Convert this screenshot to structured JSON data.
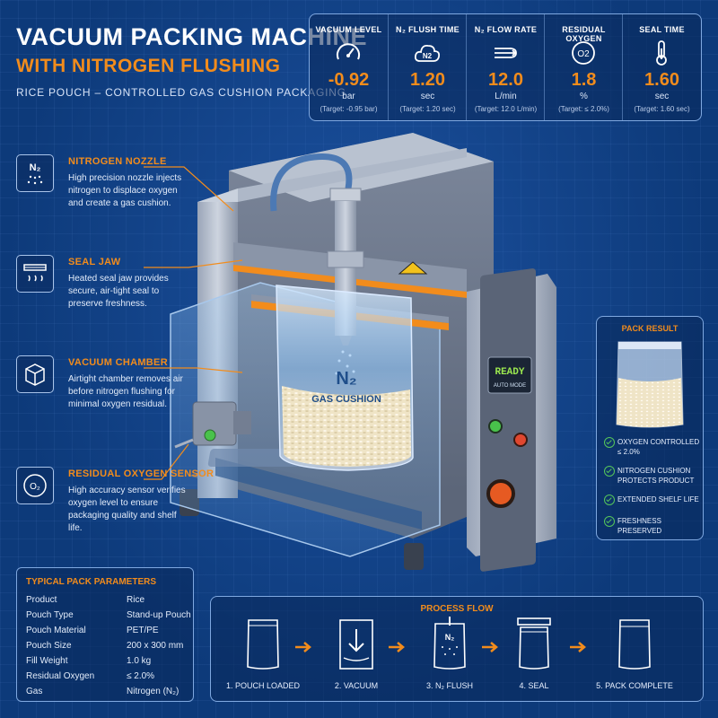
{
  "header": {
    "title_line1": "VACUUM PACKING MACHINE",
    "title_line2": "WITH NITROGEN FLUSHING",
    "subtitle": "RICE POUCH – CONTROLLED GAS CUSHION PACKAGING"
  },
  "metrics": [
    {
      "label": "VACUUM LEVEL",
      "icon": "gauge-icon",
      "value": "-0.92",
      "unit": "bar",
      "target": "(Target: -0.95 bar)"
    },
    {
      "label": "N₂ FLUSH TIME",
      "icon": "n2-cloud-icon",
      "value": "1.20",
      "unit": "sec",
      "target": "(Target: 1.20 sec)"
    },
    {
      "label": "N₂ FLOW RATE",
      "icon": "flow-icon",
      "value": "12.0",
      "unit": "L/min",
      "target": "(Target: 12.0 L/min)"
    },
    {
      "label": "RESIDUAL OXYGEN",
      "icon": "o2-icon",
      "value": "1.8",
      "unit": "%",
      "target": "(Target: ≤ 2.0%)"
    },
    {
      "label": "SEAL TIME",
      "icon": "thermometer-icon",
      "value": "1.60",
      "unit": "sec",
      "target": "(Target: 1.60 sec)"
    }
  ],
  "callouts": [
    {
      "title": "NITROGEN NOZZLE",
      "desc": "High precision nozzle injects nitrogen to displace oxygen and create a gas cushion.",
      "icon": "n2-nozzle-icon",
      "icon_text": "N₂"
    },
    {
      "title": "SEAL JAW",
      "desc": "Heated seal jaw provides secure, air-tight seal to preserve freshness.",
      "icon": "seal-heat-icon"
    },
    {
      "title": "VACUUM CHAMBER",
      "desc": "Airtight chamber removes air before nitrogen flushing for minimal oxygen residual.",
      "icon": "cube-icon"
    },
    {
      "title": "RESIDUAL OXYGEN SENSOR",
      "desc": "High accuracy sensor verifies oxygen level to ensure packaging quality and shelf life.",
      "icon": "o2-sensor-icon",
      "icon_text": "O₂"
    }
  ],
  "machine": {
    "bag_gas": "N₂",
    "bag_label": "GAS CUSHION",
    "display_status": "READY",
    "display_mode": "AUTO MODE"
  },
  "pack_result": {
    "title": "PACK RESULT",
    "checks": [
      "OXYGEN CONTROLLED ≤ 2.0%",
      "NITROGEN CUSHION PROTECTS PRODUCT",
      "EXTENDED SHELF LIFE",
      "FRESHNESS PRESERVED"
    ]
  },
  "parameters": {
    "title": "TYPICAL PACK PARAMETERS",
    "rows": [
      {
        "k": "Product",
        "v": "Rice"
      },
      {
        "k": "Pouch Type",
        "v": "Stand-up Pouch"
      },
      {
        "k": "Pouch Material",
        "v": "PET/PE"
      },
      {
        "k": "Pouch Size",
        "v": "200 x 300 mm"
      },
      {
        "k": "Fill Weight",
        "v": "1.0 kg"
      },
      {
        "k": "Residual Oxygen",
        "v": "≤ 2.0%"
      },
      {
        "k": "Gas",
        "v": "Nitrogen (N₂)"
      }
    ]
  },
  "process_flow": {
    "title": "PROCESS FLOW",
    "steps": [
      "1. POUCH LOADED",
      "2. VACUUM",
      "3. N₂ FLUSH",
      "4.  SEAL",
      "5. PACK COMPLETE"
    ],
    "flush_icon_text": "N₂"
  },
  "colors": {
    "accent": "#f28c1c",
    "background": "#0d3a7a",
    "check": "#55c65a",
    "display": "#9be84f"
  }
}
